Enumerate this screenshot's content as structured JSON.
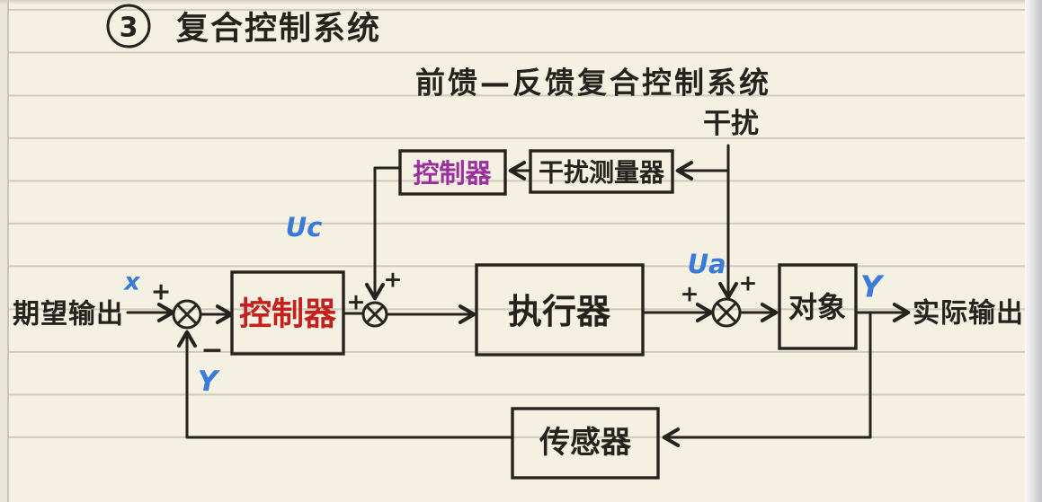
{
  "page": {
    "title_number": "3",
    "title": "复合控制系统",
    "subtitle": "前馈—反馈复合控制系统"
  },
  "blocks": {
    "feedforward_controller": "控制器",
    "disturbance_meter": "干扰测量器",
    "controller": "控制器",
    "actuator": "执行器",
    "plant": "对象",
    "sensor": "传感器"
  },
  "signals": {
    "disturbance": "干扰",
    "desired_output": "期望输出",
    "actual_output": "实际输出",
    "input_x": "x",
    "uc": "Uc",
    "ua": "Ua",
    "output_y": "Y",
    "feedback_y": "Y",
    "plus": "+",
    "minus": "−"
  },
  "colors": {
    "ink": "#26221e",
    "controller_red": "#c4201d",
    "feedforward_purple": "#9b2fa0",
    "signal_blue": "#3a7ad9",
    "paper": "#f4f1e2",
    "rule_line": "#b0ac99"
  }
}
